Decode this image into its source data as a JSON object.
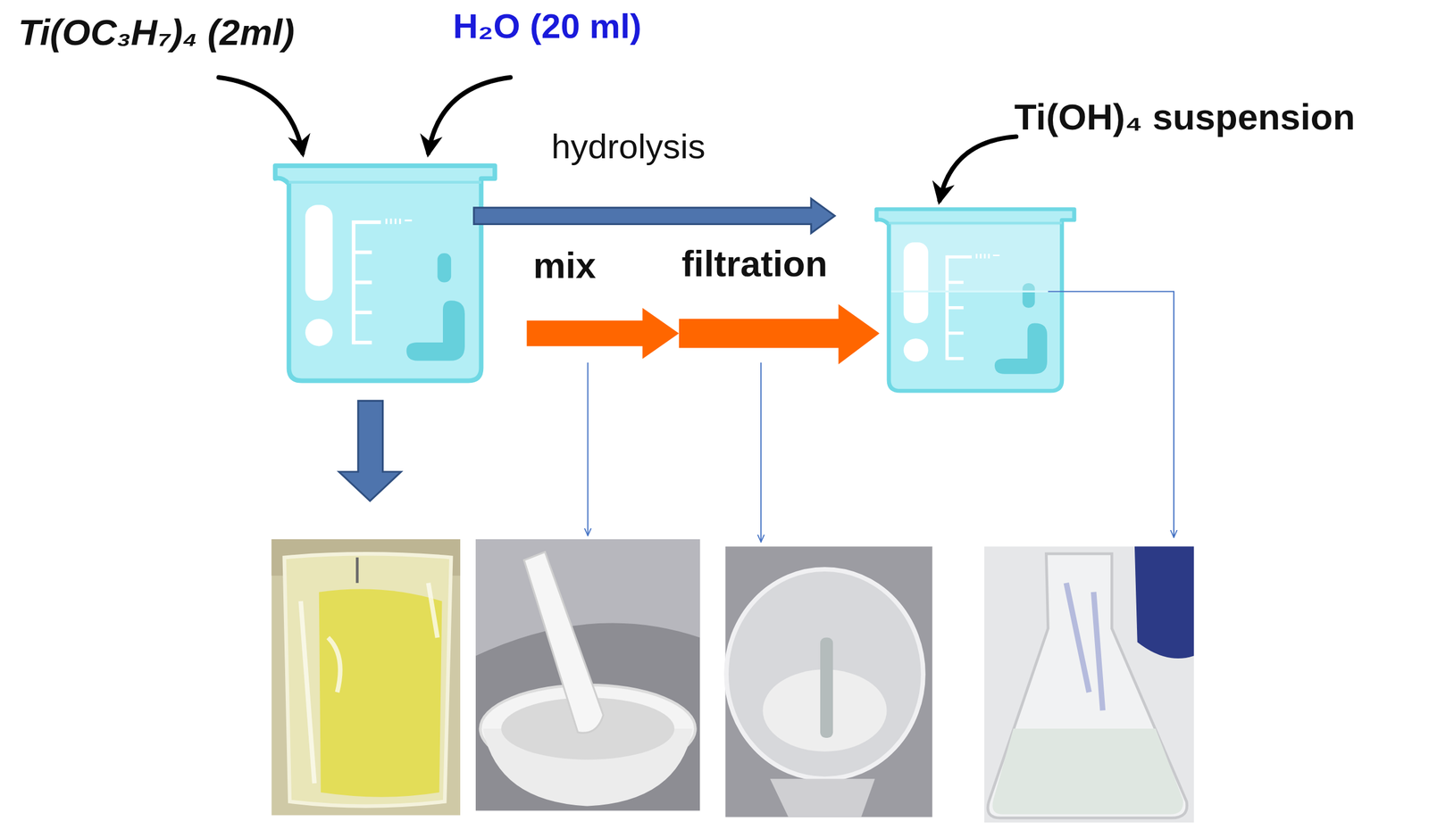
{
  "diagram": {
    "labels": [
      "Ti(OC₃H₇)₄ (2ml)",
      "H₂O (20 ml)",
      "hydrolysis",
      "mix",
      "filtration",
      "Ti(OH)₄ suspension"
    ]
  }
}
